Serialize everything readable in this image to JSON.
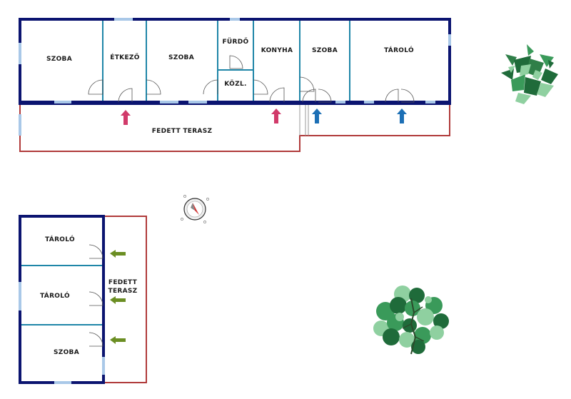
{
  "colors": {
    "wall": "#0b1470",
    "inner_wall": "#1f86a8",
    "terrace": "#b03a3a",
    "window": "#a9c8e8",
    "arrow_red": "#d13a6a",
    "arrow_blue": "#1c6fb5",
    "arrow_green": "#6b8e23",
    "tree_dark": "#1f6b3a",
    "tree_mid": "#3a9a5a",
    "tree_light": "#8fd0a0"
  },
  "main_building": {
    "rooms": [
      "SZOBA",
      "ÉTKEZŐ",
      "SZOBA",
      "FÜRDŐ",
      "KÖZL.",
      "KONYHA",
      "SZOBA",
      "TÁROLÓ"
    ],
    "terrace_label": "FEDETT TERASZ"
  },
  "outbuilding": {
    "rooms": [
      "TÁROLÓ",
      "TÁROLÓ",
      "SZOBA"
    ],
    "terrace_label_line1": "FEDETT",
    "terrace_label_line2": "TERASZ"
  },
  "compass": {
    "icon": "compass-rose-icon"
  },
  "trees": [
    "tree-top-right",
    "tree-bottom-right"
  ]
}
